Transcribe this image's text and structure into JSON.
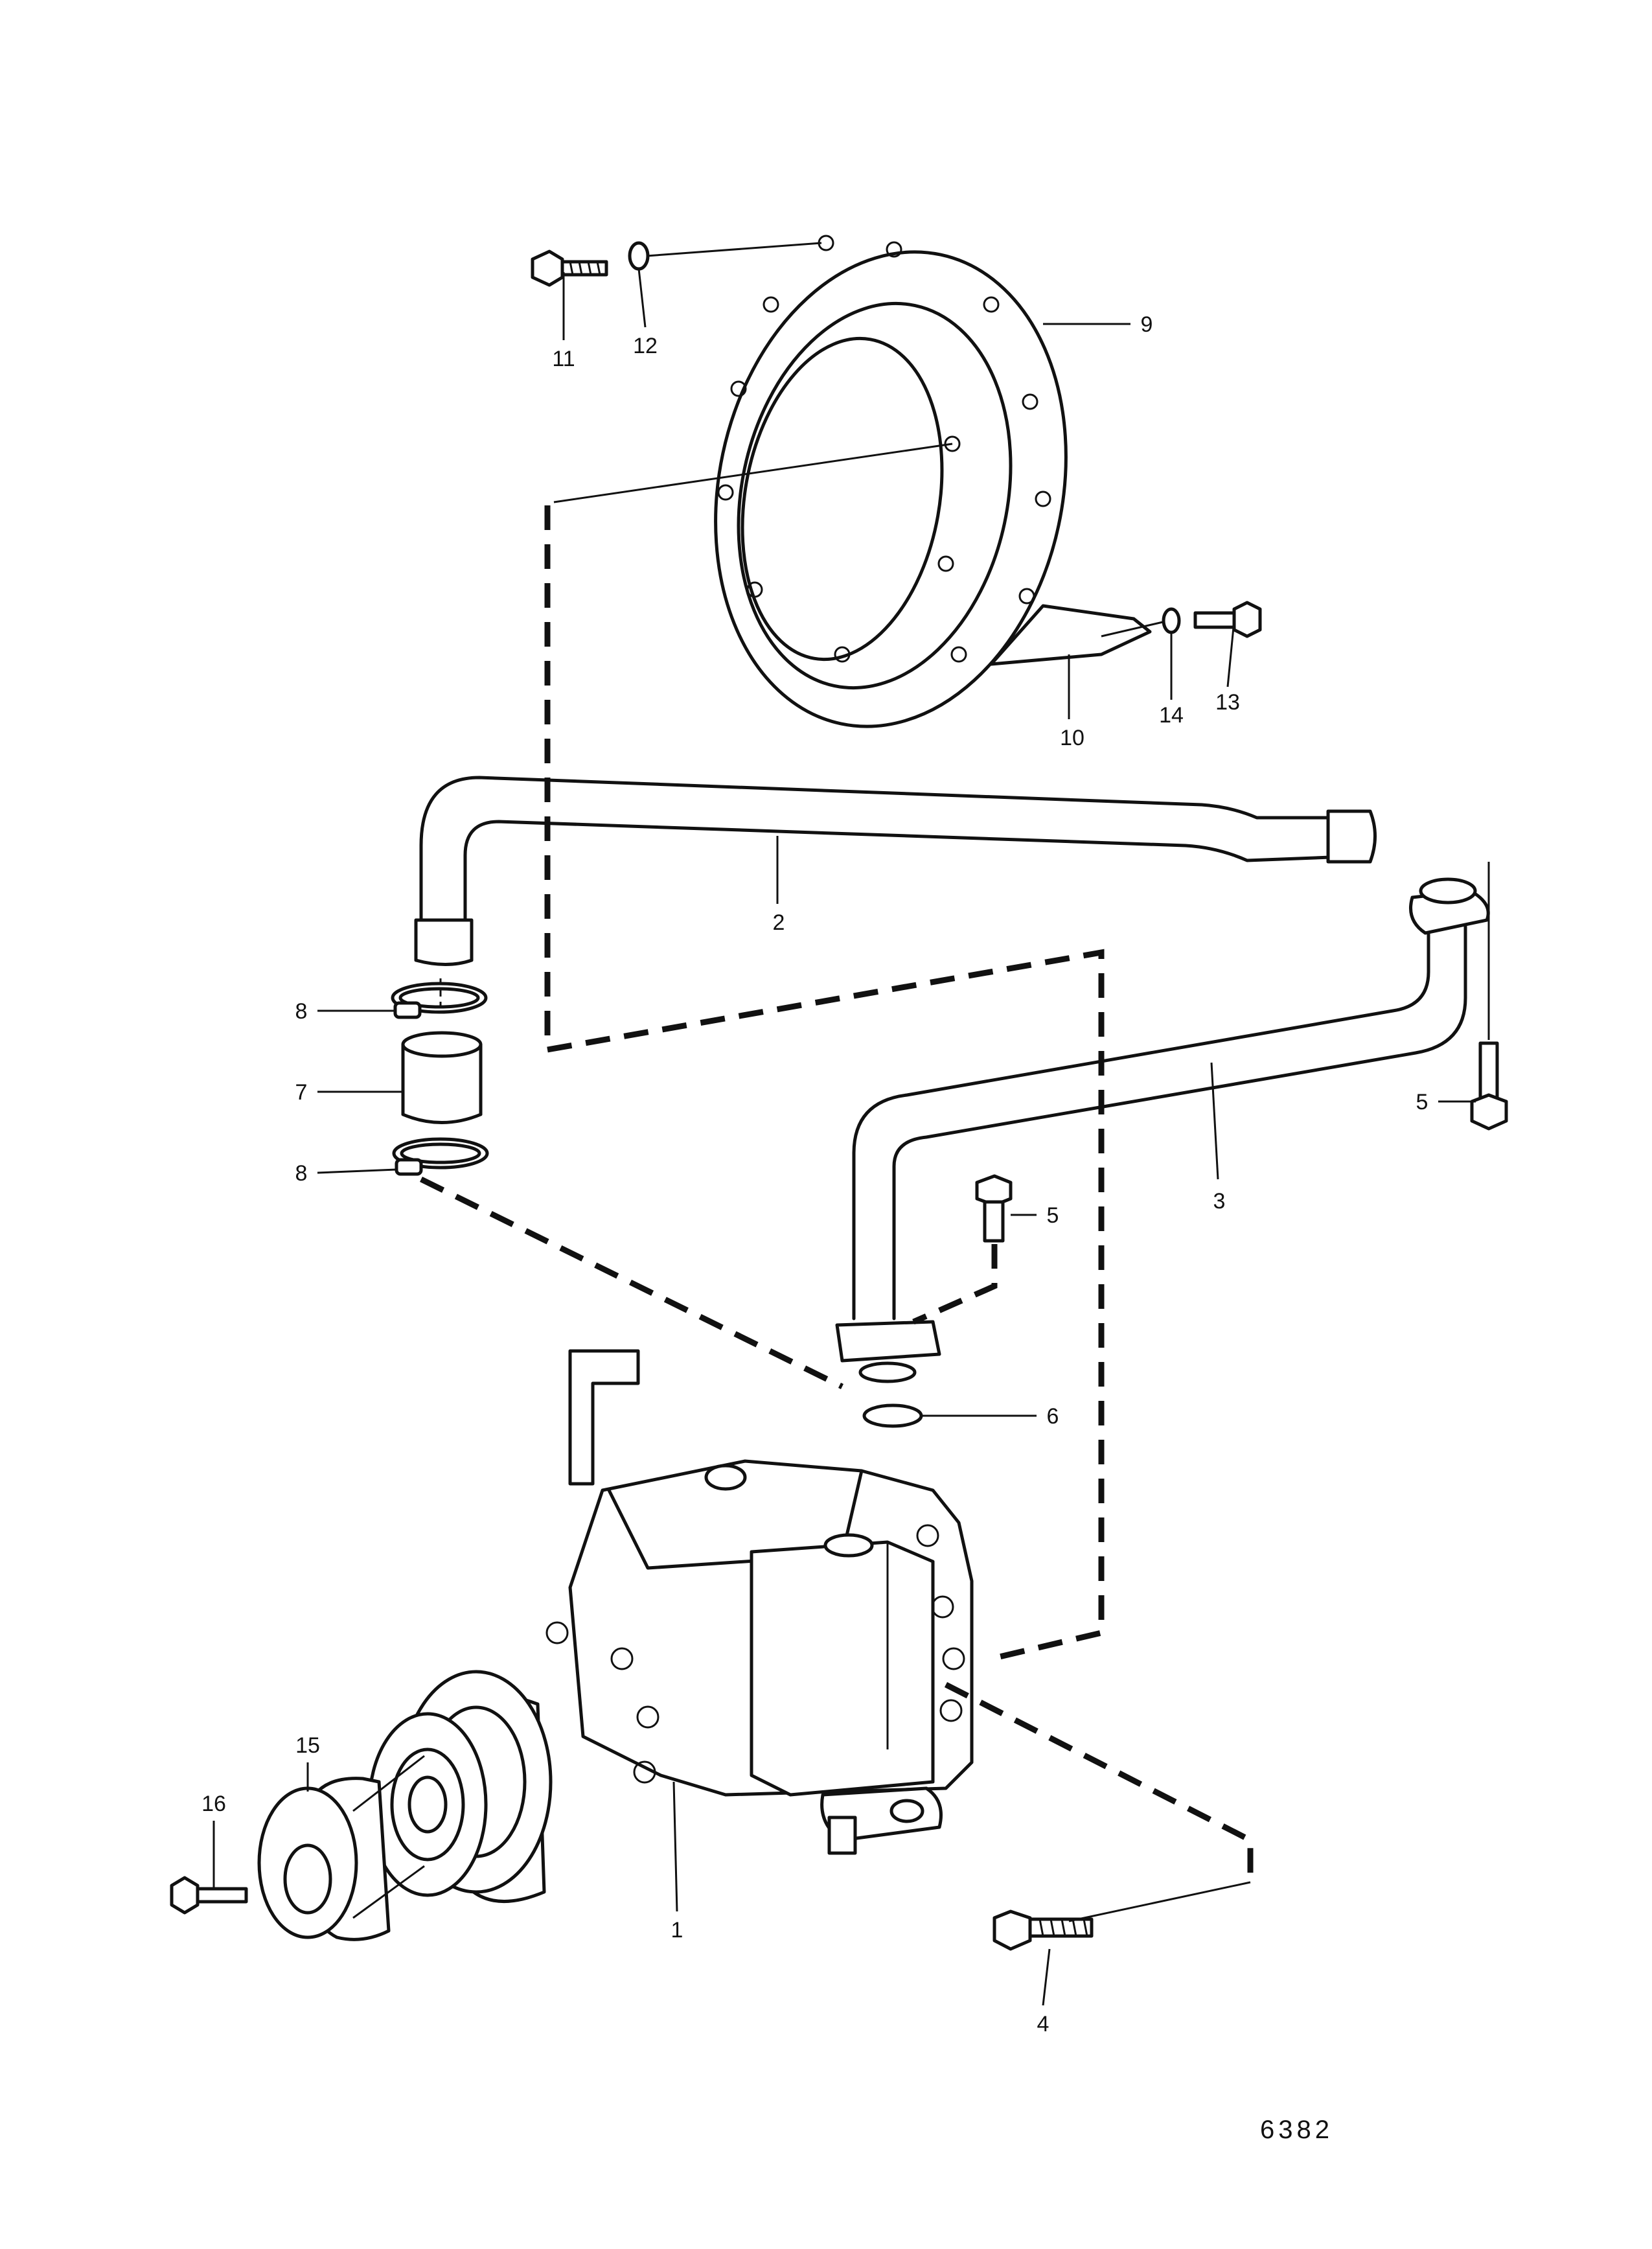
{
  "drawing_number": "6382",
  "callouts": {
    "c1": "1",
    "c2": "2",
    "c3": "3",
    "c4": "4",
    "c5a": "5",
    "c5b": "5",
    "c6": "6",
    "c7": "7",
    "c8a": "8",
    "c8b": "8",
    "c9": "9",
    "c10": "10",
    "c11": "11",
    "c12": "12",
    "c13": "13",
    "c14": "14",
    "c15": "15",
    "c16": "16"
  }
}
